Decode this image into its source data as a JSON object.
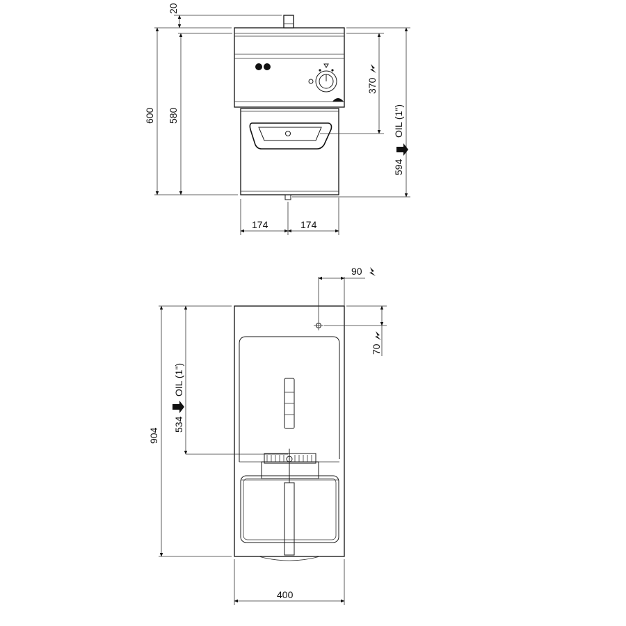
{
  "front_view": {
    "dim_top_offset": "20",
    "dim_height_total": "600",
    "dim_height_inner": "580",
    "dim_electric_height": "370",
    "dim_oil_height": "594",
    "oil_label": "OIL (1\")",
    "dim_half_width_left": "174",
    "dim_half_width_right": "174"
  },
  "top_view": {
    "dim_electric_x": "90",
    "dim_electric_y": "70",
    "dim_depth_total": "904",
    "dim_oil_depth": "534",
    "oil_label": "OIL (1\")",
    "dim_width": "400"
  },
  "icons": {
    "electric": "lightning-bolt-icon",
    "oil_arrow": "arrow-down-icon"
  }
}
